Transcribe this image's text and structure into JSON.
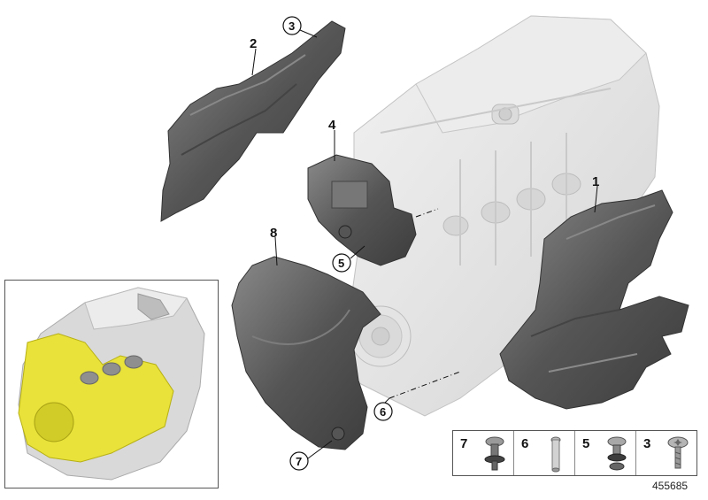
{
  "callouts": {
    "c1": "1",
    "c2": "2",
    "c3": "3",
    "c4": "4",
    "c5": "5",
    "c6": "6",
    "c7": "7",
    "c8": "8"
  },
  "legend": {
    "items": [
      {
        "num": "7",
        "icon": "push-rivet-icon"
      },
      {
        "num": "6",
        "icon": "pin-icon"
      },
      {
        "num": "5",
        "icon": "expanding-rivet-icon"
      },
      {
        "num": "3",
        "icon": "torx-screw-icon"
      }
    ]
  },
  "doc_number": "455685",
  "colors": {
    "shield_dark": "#4a4a4a",
    "shield_mid": "#6e6e6e",
    "engine_light": "#e2e2e2",
    "engine_edge": "#bdbdbd",
    "highlight_yellow": "#e8e23a"
  }
}
